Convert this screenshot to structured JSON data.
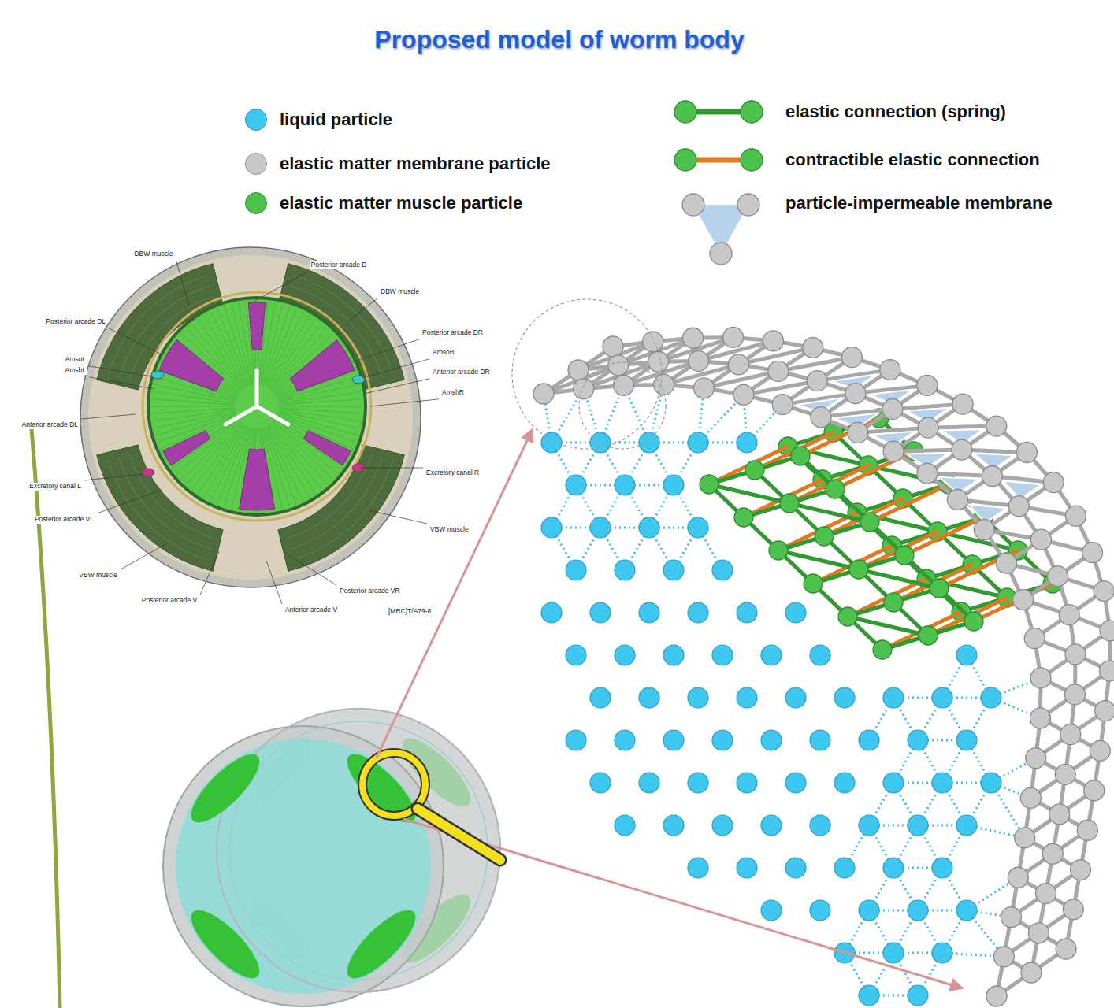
{
  "diagram": {
    "title": "Proposed model of worm body",
    "labels": [
      "DBW muscle",
      "Posterior arcade D",
      "DBW muscle",
      "Posterior arcade DL",
      "Posterior arcade DR",
      "AmsoR",
      "AmsoL",
      "AmshL",
      "Anterior arcade DR",
      "AmshR",
      "Anterior arcade DL",
      "Excretory canal L",
      "Excretory canal R",
      "Posterior arcade VL",
      "VBW muscle",
      "VBW muscle",
      "Posterior arcade V",
      "Anterior arcade V",
      "Posterior arcade VR",
      "[MRC]T/A79-8"
    ],
    "legend": [
      {
        "text": "liquid particle",
        "color": "#3ec8f0"
      },
      {
        "text": "elastic matter membrane particle",
        "color": "#c8c8c8"
      },
      {
        "text": "elastic matter muscle particle",
        "color": "#4cc24c"
      },
      {
        "text": "elastic connection (spring)"
      },
      {
        "text": "contractible elastic connection"
      },
      {
        "text": "particle-impermeable membrane"
      }
    ]
  }
}
